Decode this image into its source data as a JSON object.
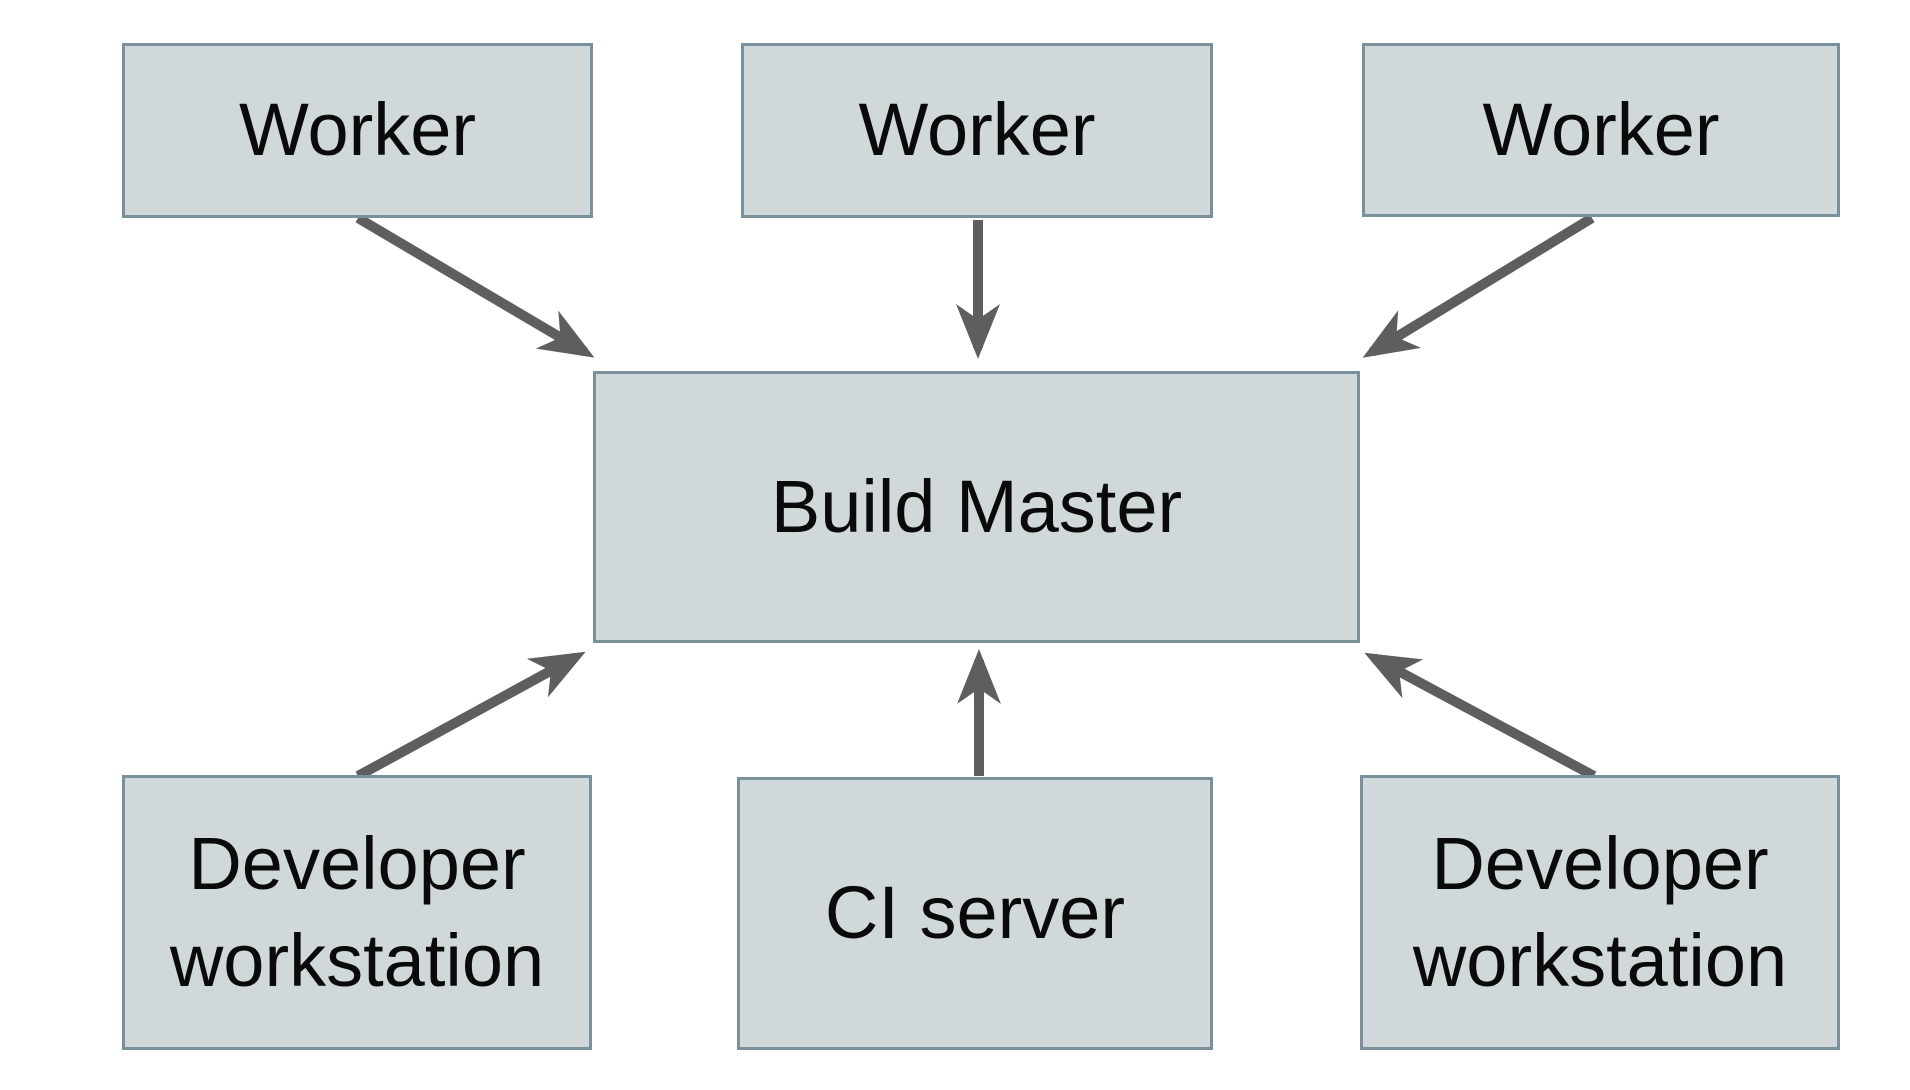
{
  "diagram": {
    "type": "architecture-diagram",
    "nodes": {
      "worker_top_left": {
        "label": "Worker"
      },
      "worker_top_center": {
        "label": "Worker"
      },
      "worker_top_right": {
        "label": "Worker"
      },
      "build_master": {
        "label": "Build Master"
      },
      "dev_workstation_left": {
        "label": "Developer workstation"
      },
      "ci_server": {
        "label": "CI server"
      },
      "dev_workstation_right": {
        "label": "Developer workstation"
      }
    },
    "edges": [
      {
        "from": "worker_top_left",
        "to": "build_master",
        "direction": "down-right"
      },
      {
        "from": "worker_top_center",
        "to": "build_master",
        "direction": "down"
      },
      {
        "from": "worker_top_right",
        "to": "build_master",
        "direction": "down-left"
      },
      {
        "from": "dev_workstation_left",
        "to": "build_master",
        "direction": "up-right"
      },
      {
        "from": "ci_server",
        "to": "build_master",
        "direction": "up"
      },
      {
        "from": "dev_workstation_right",
        "to": "build_master",
        "direction": "up-left"
      }
    ]
  },
  "colors": {
    "background": "#ffffff",
    "node_fill": "#d0d8da",
    "node_border": "#7a909b",
    "arrow_color": "#5e5e5e",
    "text_color": "#0a0a0a"
  }
}
